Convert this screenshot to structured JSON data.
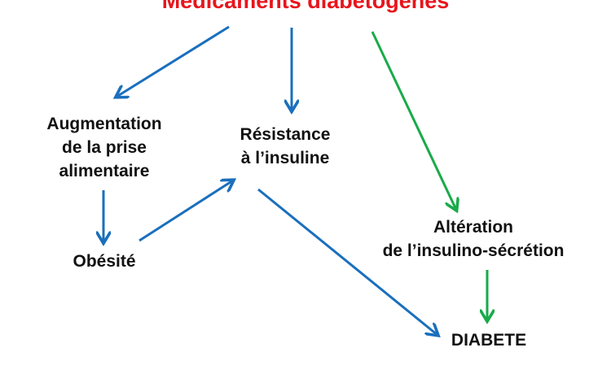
{
  "title": "Médicaments diabétogènes",
  "nodes": {
    "augmentation": [
      "Augmentation",
      "de la prise",
      "alimentaire"
    ],
    "resistance": [
      "Résistance",
      "à l’insuline"
    ],
    "obesite": "Obésité",
    "alteration": [
      "Altération",
      "de l’insulino-sécrétion"
    ],
    "diabete": "DIABETE"
  },
  "colors": {
    "title": "#e8141c",
    "blue_arrow": "#1a6fbd",
    "green_arrow": "#1aaa4a",
    "text": "#111111"
  }
}
